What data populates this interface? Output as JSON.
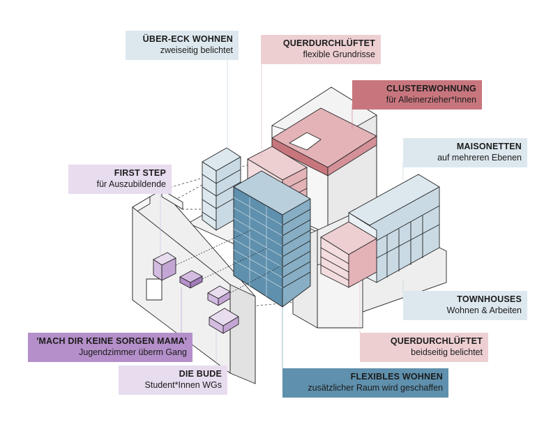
{
  "colors": {
    "light_blue": "#dde8ee",
    "mid_blue": "#b9cfdc",
    "dark_blue": "#5f90ad",
    "light_red": "#edcfd2",
    "mid_red": "#e3b3b8",
    "dark_red": "#c8767e",
    "light_purple": "#e8dcef",
    "mid_purple": "#d4bce1",
    "dark_purple": "#b48fc9",
    "grey": "#e8e8e8",
    "grey_light": "#f4f4f4",
    "line": "#222222"
  },
  "labels": {
    "ueber_eck": {
      "title": "ÜBER-ECK WOHNEN",
      "subtitle": "zweiseitig belichtet"
    },
    "querdurchlueftet_top": {
      "title": "QUERDURCHLÜFTET",
      "subtitle": "flexible Grundrisse"
    },
    "clusterwohnung": {
      "title": "CLUSTERWOHNUNG",
      "subtitle": "für Alleinerzieher*Innen"
    },
    "maisonetten": {
      "title": "MAISONETTEN",
      "subtitle": "auf mehreren Ebenen"
    },
    "first_step": {
      "title": "FIRST STEP",
      "subtitle": "für Auszubildende"
    },
    "townhouses": {
      "title": "TOWNHOUSES",
      "subtitle": "Wohnen & Arbeiten"
    },
    "mach_dir": {
      "title": "'MACH DIR KEINE SORGEN MAMA'",
      "subtitle": "Jugendzimmer überm Gang"
    },
    "querdurchlueftet_bottom": {
      "title": "QUERDURCHLÜFTET",
      "subtitle": "beidseitig belichtet"
    },
    "die_bude": {
      "title": "DIE BUDE",
      "subtitle": "Student*Innen WGs"
    },
    "flexibles_wohnen": {
      "title": "FLEXIBLES WOHNEN",
      "subtitle": "zusätzlicher Raum wird geschaffen"
    }
  }
}
